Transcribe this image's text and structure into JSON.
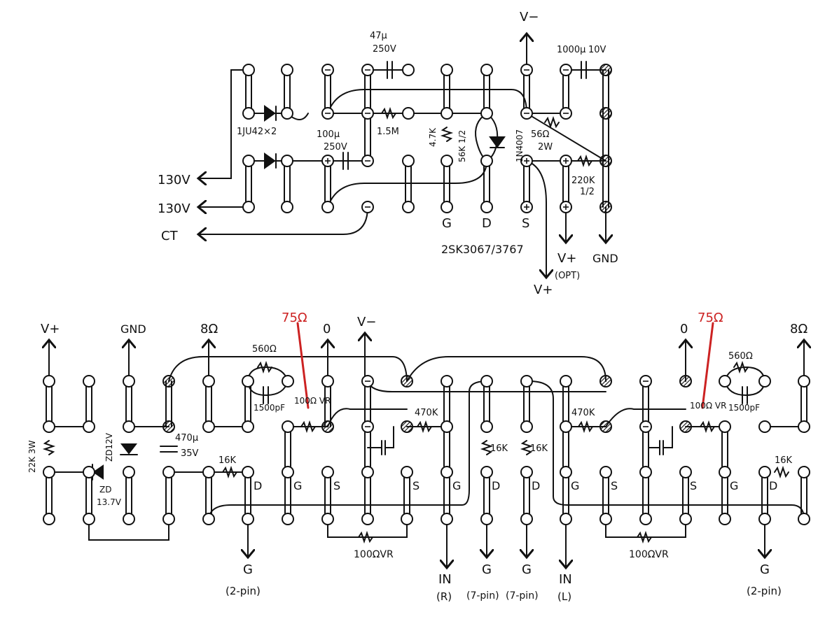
{
  "colors": {
    "ink": "#111111",
    "accent_red": "#cc2222",
    "background": "#ffffff"
  },
  "top_board": {
    "terminals": {
      "v_minus": "V−",
      "ac1": "130V",
      "ac2": "130V",
      "ct": "CT",
      "v_plus_opt": "V+",
      "opt": "(OPT)",
      "gnd": "GND",
      "v_plus": "V+"
    },
    "components": {
      "diode_pair": "1JU42×2",
      "cap1_value": "47μ",
      "cap1_voltage": "250V",
      "cap2_value": "100μ",
      "cap2_voltage": "250V",
      "res_1_5m": "1.5M",
      "res_4_7k": "4.7K",
      "res_56k": "56K 1/2",
      "diode_1n4007": "1N4007",
      "cap3_value": "1000μ",
      "cap3_voltage": "10V",
      "res_56ohm": "56Ω",
      "res_56ohm_w": "2W",
      "res_220k": "220K",
      "res_220k_w": "1/2"
    },
    "pins": {
      "g": "G",
      "d": "D",
      "s": "S"
    },
    "mosfet": "2SK3067/3767"
  },
  "bottom_board": {
    "terminals": {
      "v_plus": "V+",
      "gnd": "GND",
      "out_8_left": "8Ω",
      "out_0_left": "0",
      "v_minus": "V−",
      "out_0_right": "0",
      "out_8_right": "8Ω"
    },
    "red_labels": {
      "left": "75Ω",
      "right": "75Ω"
    },
    "components": {
      "res_560_left": "560Ω",
      "res_560_right": "560Ω",
      "cap_1500_left": "1500pF",
      "cap_1500_right": "1500pF",
      "vr_left": "100Ω VR",
      "vr_right": "100Ω VR",
      "res_470k_left": "470K",
      "res_470k_right": "470K",
      "res_22k": "22K 3W",
      "zd12": "ZD12V",
      "zd137": "ZD",
      "zd137b": "13.7V",
      "cap_470": "470μ",
      "cap_470v": "35V",
      "res_16k_left": "16K",
      "res_16k_mid1": "16K",
      "res_16k_mid2": "16K",
      "res_16k_right": "16K",
      "vr100_left": "100ΩVR",
      "vr100_right": "100ΩVR"
    },
    "pins": {
      "d1": "D",
      "g1": "G",
      "s1": "S",
      "s2": "S",
      "g2": "G",
      "d2": "D",
      "d3": "D",
      "g3": "G",
      "s3": "S",
      "s4": "S",
      "g4": "G",
      "d4": "D"
    },
    "bottom_labels": {
      "g_left": "G",
      "g_left_sub": "(2-pin)",
      "in_r": "IN",
      "in_r_sub": "(R)",
      "g_mid1": "G",
      "g_mid1_sub": "(7-pin)",
      "g_mid2": "G",
      "g_mid2_sub": "(7-pin)",
      "in_l": "IN",
      "in_l_sub": "(L)",
      "g_right": "G",
      "g_right_sub": "(2-pin)"
    }
  }
}
